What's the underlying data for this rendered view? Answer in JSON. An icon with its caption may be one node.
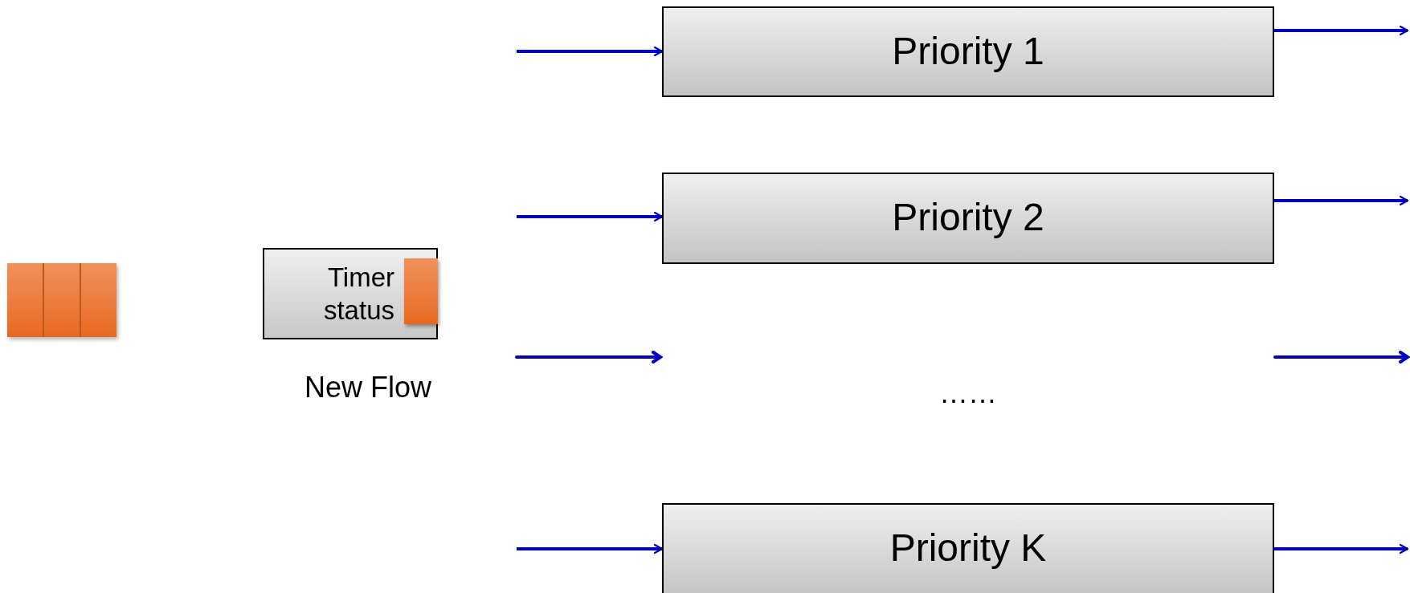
{
  "diagram": {
    "nodes": [
      {
        "text": [
          "Timer status"
        ],
        "beside": [
          "New Flow"
        ]
      },
      {
        "text": [
          "Priority 1"
        ]
      },
      {
        "text": [
          "Priority 2"
        ]
      },
      {
        "text": [
          "Priority K"
        ]
      }
    ],
    "edges": [
      {
        "from": null,
        "to": 1,
        "arrow": "to"
      },
      {
        "from": 1,
        "to": null,
        "arrow": "to"
      },
      {
        "from": null,
        "to": 2,
        "arrow": "to"
      },
      {
        "from": 2,
        "to": null,
        "arrow": "to"
      },
      {
        "from": null,
        "to": 3,
        "arrow": "to"
      },
      {
        "from": 3,
        "to": null,
        "arrow": "to"
      }
    ],
    "labels": [
      "……"
    ]
  }
}
